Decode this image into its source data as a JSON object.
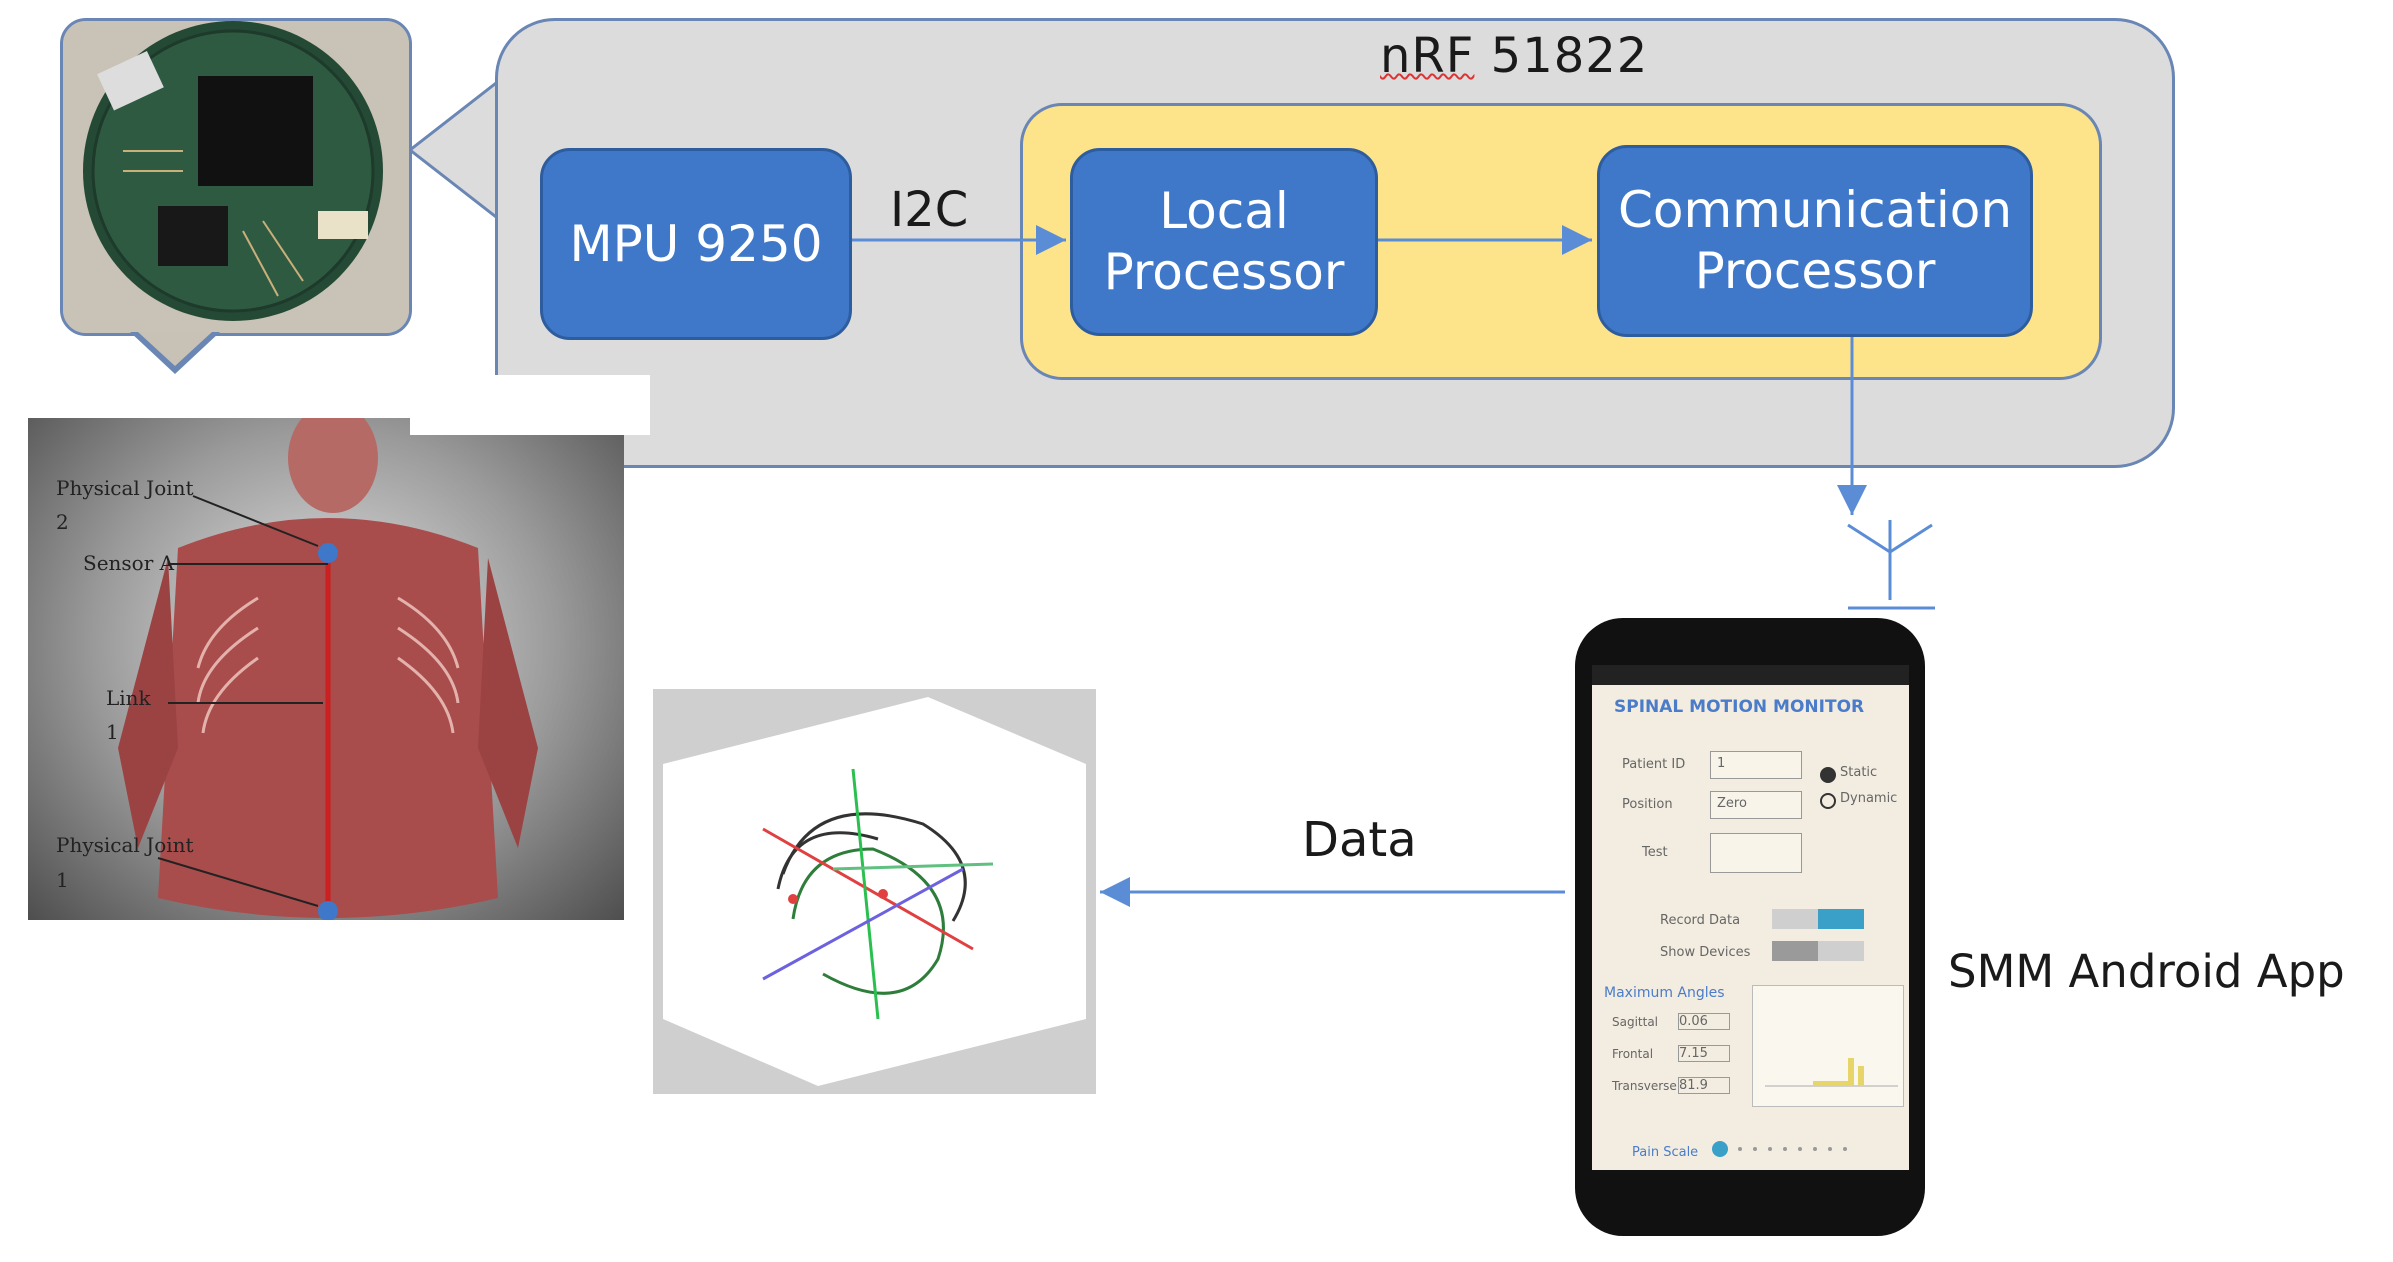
{
  "chip": {
    "title": "nRF 51822",
    "title_squiggle": "nRF"
  },
  "blocks": {
    "mpu": "MPU 9250",
    "local": [
      "Local",
      "Processor"
    ],
    "comm": [
      "Communication",
      "Processor"
    ]
  },
  "links": {
    "i2c": "I2C",
    "data": "Data"
  },
  "app_label": "SMM Android App",
  "anatomy": {
    "labels": [
      "Physical Joint",
      "2",
      "Sensor A",
      "Link",
      "1",
      "Physical Joint",
      "1"
    ]
  },
  "app_screen": {
    "title": "SPINAL MOTION MONITOR",
    "fields": [
      "Patient ID",
      "Position",
      "Test"
    ],
    "field_values": [
      "1",
      "Zero"
    ],
    "radios": [
      "Static",
      "Dynamic"
    ],
    "record_label": "Record Data",
    "devices_label": "Show Devices",
    "max_angles": "Maximum Angles",
    "angle_rows": [
      "Sagittal",
      "Frontal",
      "Transverse"
    ],
    "angle_values": [
      "0.06",
      "7.15",
      "81.9"
    ],
    "bottom": "Pain Scale"
  },
  "colors": {
    "block_blue": "#3f78c8",
    "container_grey": "#dcdcdc",
    "inner_yellow": "#fde48a",
    "arrow_blue": "#5b8dd6",
    "spine_red": "#cc1f1f"
  }
}
